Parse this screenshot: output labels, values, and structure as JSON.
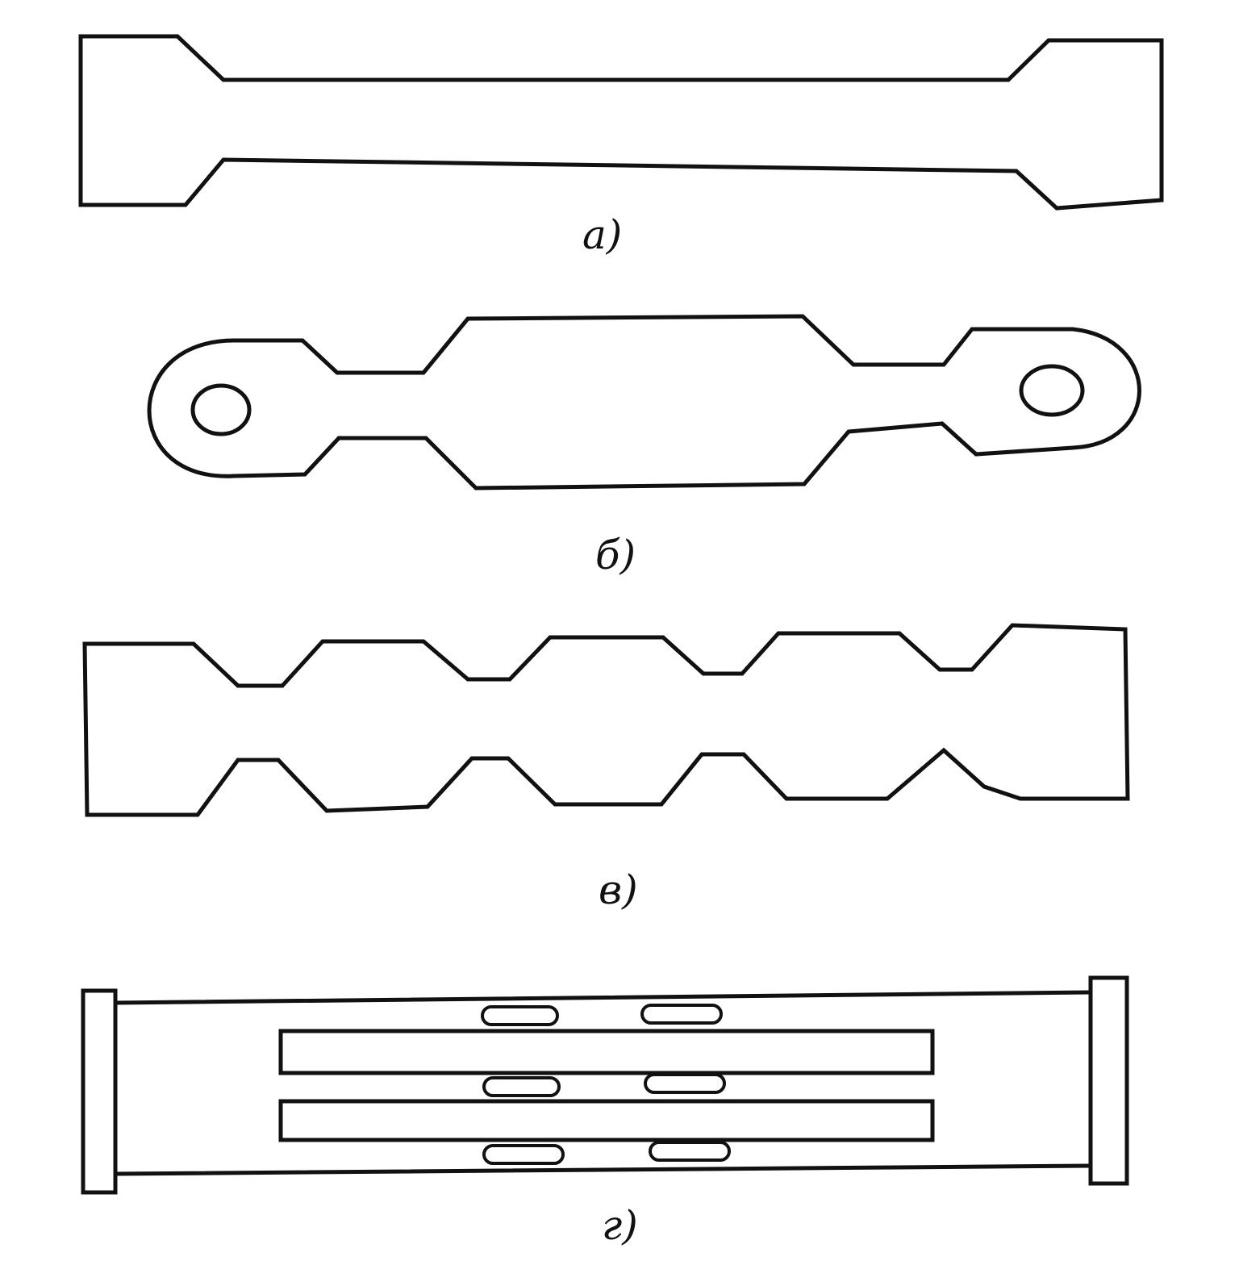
{
  "figure": {
    "background_color": "#ffffff",
    "line_color": "#111111",
    "panels": [
      {
        "id": "a",
        "label": "а)"
      },
      {
        "id": "b",
        "label": "б)"
      },
      {
        "id": "c",
        "label": "в)"
      },
      {
        "id": "d",
        "label": "г)"
      }
    ]
  }
}
